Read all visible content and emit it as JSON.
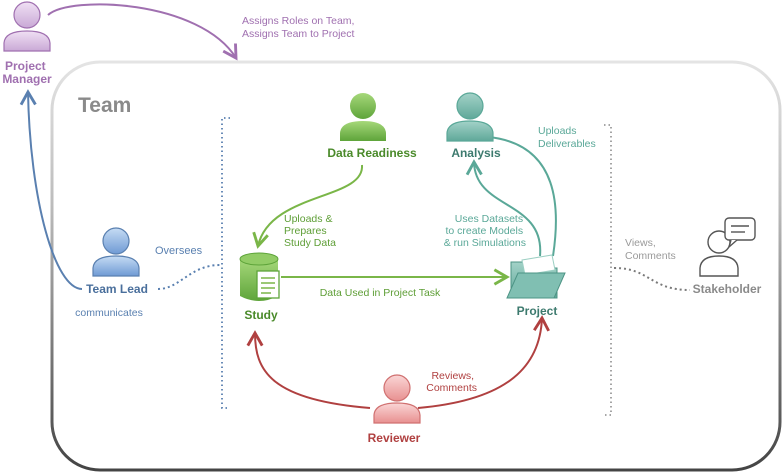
{
  "roles": {
    "project_manager": {
      "line1": "Project",
      "line2": "Manager"
    },
    "team_lead": "Team Lead",
    "data_readiness": "Data Readiness",
    "analysis": "Analysis",
    "study": "Study",
    "project": "Project",
    "reviewer": "Reviewer",
    "stakeholder": "Stakeholder"
  },
  "team_label": "Team",
  "annotations": {
    "pm_assigns": {
      "line1": "Assigns Roles on Team,",
      "line2": "Assigns Team to Project"
    },
    "oversees": "Oversees",
    "communicates": "communicates",
    "uploads_prepares": {
      "line1": "Uploads &",
      "line2": "Prepares",
      "line3": "Study Data"
    },
    "uploads_deliverables": {
      "line1": "Uploads",
      "line2": "Deliverables"
    },
    "uses_datasets": {
      "line1": "Uses Datasets",
      "line2": "to create Models",
      "line3": "& run Simulations"
    },
    "data_used": "Data Used in Project Task",
    "views_comments": {
      "line1": "Views,",
      "line2": "Comments"
    },
    "reviews_comments": {
      "line1": "Reviews,",
      "line2": "Comments"
    }
  },
  "colors": {
    "purple": "#a070b0",
    "blue": "#5a80b0",
    "green": "#7ab648",
    "teal": "#5aa898",
    "red": "#b04040",
    "gray": "#9a9a9a",
    "dark": "#444444"
  },
  "icons": {
    "person": "person-icon",
    "database": "database-icon",
    "folder": "folder-icon",
    "chat": "chat-bubble-icon"
  }
}
